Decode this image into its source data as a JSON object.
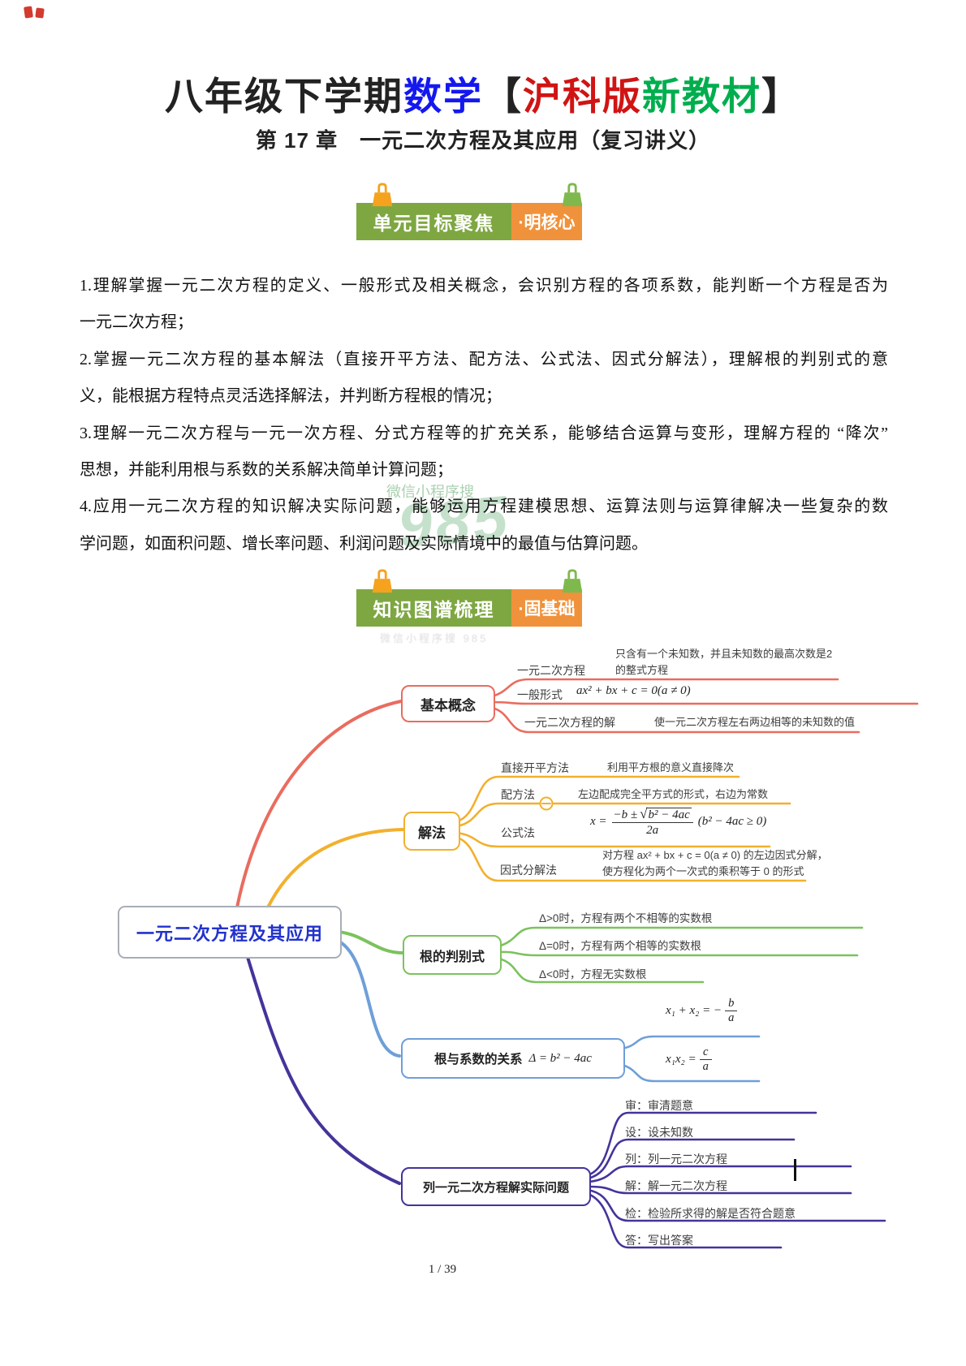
{
  "header": {
    "title": {
      "p1": "八年级下学期",
      "p2": "数学",
      "p3": "【",
      "p4": "沪科版",
      "p5": "新教材",
      "p6": "】"
    },
    "subtitle": "第 17 章　一元二次方程及其应用（复习讲义）"
  },
  "banners": {
    "goals": {
      "left": "单元目标聚焦",
      "right": "·明核心"
    },
    "knowledge": {
      "left": "知识图谱梳理",
      "right": "·固基础"
    }
  },
  "objectives": [
    {
      "line1": "1.理解掌握一元二次方程的定义、一般形式及相关概念，会识别方程的各项系数，能判断一个方程是否为",
      "line2": "一元二次方程；"
    },
    {
      "line1": "2.掌握一元二次方程的基本解法（直接开平方法、配方法、公式法、因式分解法），理解根的判别式的意",
      "line2": "义，能根据方程特点灵活选择解法，并判断方程根的情况；"
    },
    {
      "line1": "3.理解一元二次方程与一元一次方程、分式方程等的扩充关系，能够结合运算与变形，理解方程的 “降次”",
      "line2": "思想，并能利用根与系数的关系解决简单计算问题；"
    },
    {
      "line1": "4.应用一元二次方程的知识解决实际问题，能够运用方程建模思想、运算法则与运算律解决一些复杂的数",
      "line2": "学问题，如面积问题、增长率问题、利润问题及实际情境中的最值与估算问题。"
    }
  ],
  "watermark": {
    "small": "微信小程序搜",
    "big": "985",
    "faint": "微信小程序搜 985"
  },
  "mindmap": {
    "central": "一元二次方程及其应用",
    "basic": {
      "title": "基本概念",
      "rows": [
        {
          "label": "一元二次方程",
          "desc1": "只含有一个未知数，并且未知数的最高次数是2",
          "desc2": "的整式方程"
        },
        {
          "label": "一般形式",
          "formula": "ax² + bx + c = 0(a ≠ 0)"
        },
        {
          "label": "一元二次方程的解",
          "desc": "使一元二次方程左右两边相等的未知数的值"
        }
      ]
    },
    "methods": {
      "title": "解法",
      "rows": [
        {
          "label": "直接开平方法",
          "desc": "利用平方根的意义直接降次"
        },
        {
          "label": "配方法",
          "desc": "左边配成完全平方式的形式，右边为常数"
        },
        {
          "label": "公式法"
        },
        {
          "label": "因式分解法",
          "desc1": "对方程 ax² + bx + c = 0(a ≠ 0) 的左边因式分解，",
          "desc2": "使方程化为两个一次式的乘积等于 0 的形式"
        }
      ],
      "formula": {
        "lead": "x =",
        "pre": "−b ±",
        "radicand": "b² − 4ac",
        "den": "2a",
        "cond": "(b² − 4ac ≥ 0)"
      }
    },
    "discriminant": {
      "title": "根的判别式",
      "rows": [
        "Δ>0时，方程有两个不相等的实数根",
        "Δ=0时，方程有两个相等的实数根",
        "Δ<0时，方程无实数根"
      ]
    },
    "vieta": {
      "title": "根与系数的关系",
      "delta": "Δ = b² − 4ac",
      "sum": {
        "lhs": "x₁ + x₂ = −",
        "num": "b",
        "den": "a"
      },
      "product": {
        "lhs": "x₁x₂ =",
        "num": "c",
        "den": "a"
      }
    },
    "application": {
      "title": "列一元二次方程解实际问题",
      "steps": [
        "审：审清题意",
        "设：设未知数",
        "列：列一元二次方程",
        "解：解一元二次方程",
        "检：检验所求得的解是否符合题意",
        "答：写出答案"
      ]
    }
  },
  "footer": {
    "page": "1 / 39"
  },
  "colors": {
    "red": "#e96c5f",
    "gold": "#f2b02d",
    "green": "#7cc25e",
    "blue": "#6e9fd8",
    "indigo": "#43349b",
    "title_blue": "#1418ee",
    "title_red": "#d01414",
    "title_green": "#00ae4e",
    "banner_green": "#7ea742",
    "banner_orange": "#f0923b"
  }
}
